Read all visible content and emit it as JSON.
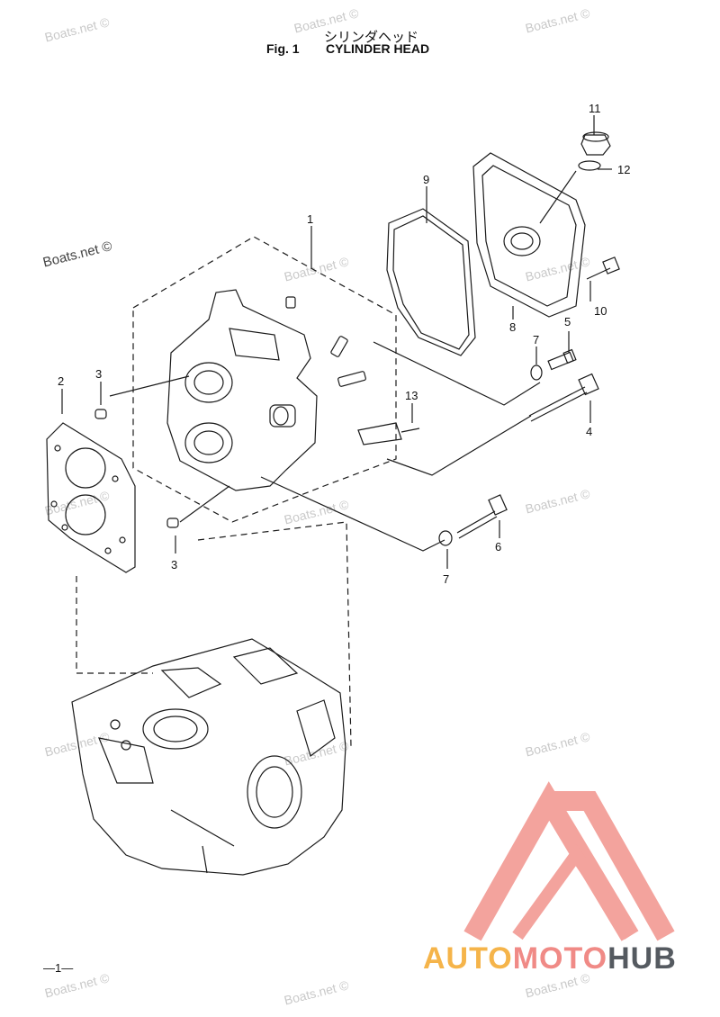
{
  "header": {
    "title_jp": "シリンダヘッド",
    "fig_label": "Fig. 1",
    "title": "CYLINDER HEAD"
  },
  "page_number": "—1—",
  "watermark": "Boats.net ©",
  "brand": {
    "part1": "AUTO",
    "part2": "MOTO",
    "part3": "HUB",
    "colors": {
      "auto": "#f5b44a",
      "moto": "#f08a86",
      "hub": "#555a60",
      "logo": "#f29a93"
    }
  },
  "callouts": [
    {
      "id": "c11",
      "text": "11"
    },
    {
      "id": "c12",
      "text": "12"
    },
    {
      "id": "c9",
      "text": "9"
    },
    {
      "id": "c1",
      "text": "1"
    },
    {
      "id": "c10",
      "text": "10"
    },
    {
      "id": "c5",
      "text": "5"
    },
    {
      "id": "c8",
      "text": "8"
    },
    {
      "id": "c7a",
      "text": "7"
    },
    {
      "id": "c2",
      "text": "2"
    },
    {
      "id": "c3a",
      "text": "3"
    },
    {
      "id": "c13",
      "text": "13"
    },
    {
      "id": "c4",
      "text": "4"
    },
    {
      "id": "c6",
      "text": "6"
    },
    {
      "id": "c3b",
      "text": "3"
    },
    {
      "id": "c7b",
      "text": "7"
    }
  ]
}
